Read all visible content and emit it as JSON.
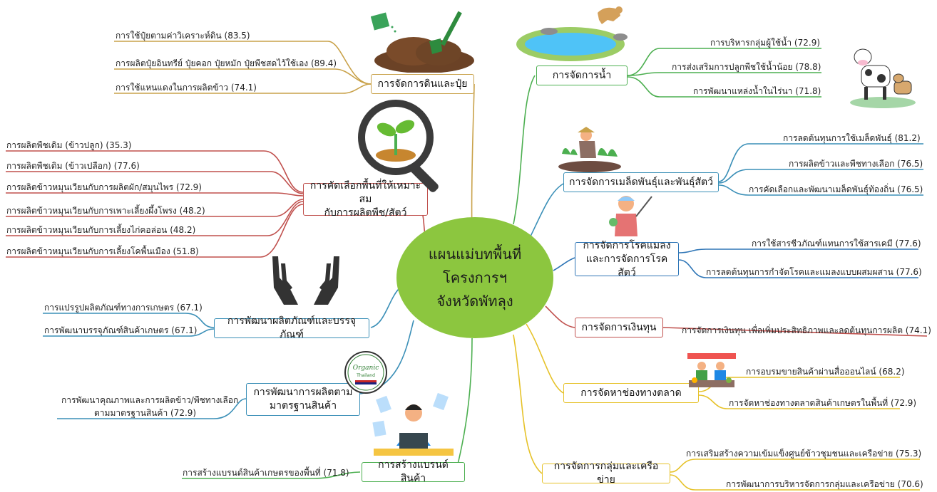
{
  "center": {
    "line1": "แผนแม่บทพื้นที่",
    "line2": "โครงการฯ",
    "line3": "จังหวัดพัทลุง"
  },
  "branches": {
    "soil": {
      "label": "การจัดการดินและปุ๋ย",
      "color": "#c9a24a",
      "items": [
        "การใช้ปุ๋ยตามค่าวิเคราะห์ดิน (83.5)",
        "การผลิตปุ๋ยอินทรีย์ ปุ๋ยคอก ปุ๋ยหมัก ปุ๋ยพืชสดไว้ใช้เอง (89.4)",
        "การใช้แหนแดงในการผลิตข้าว (74.1)"
      ]
    },
    "area": {
      "label1": "การคัดเลือกพื้นที่ให้เหมาะสม",
      "label2": "กับการผลิตพืช/สัตว์",
      "color": "#c0504d",
      "items": [
        "การผลิตพืชเดิม (ข้าวปลูก) (35.3)",
        "การผลิตพืชเดิม (ข้าวเปลือก) (77.6)",
        "การผลิตข้าวหมุนเวียนกับการผลิตผัก/สมุนไพร (72.9)",
        "การผลิตข้าวหมุนเวียนกับการเพาะเลี้ยงผึ้งโพรง (48.2)",
        "การผลิตข้าวหมุนเวียนกับการเลี้ยงไก่คอล่อน (48.2)",
        "การผลิตข้าวหมุนเวียนกับการเลี้ยงโคพื้นเมือง (51.8)"
      ]
    },
    "product": {
      "label": "การพัฒนาผลิตภัณฑ์และบรรจุภัณฑ์",
      "color": "#3a8fb7",
      "items": [
        "การแปรรูปผลิตภัณฑ์ทางการเกษตร (67.1)",
        "การพัฒนาบรรจุภัณฑ์สินค้าเกษตร (67.1)"
      ]
    },
    "standard": {
      "label1": "การพัฒนาการผลิตตาม",
      "label2": "มาตรฐานสินค้า",
      "color": "#3a8fb7",
      "item1": "การพัฒนาคุณภาพและการผลิตข้าว/พืชทางเลือก",
      "item2": "ตามมาตรฐานสินค้า (72.9)",
      "logo_top": "Organic",
      "logo_bottom": "Thailand"
    },
    "brand": {
      "label": "การสร้างแบรนด์สินค้า",
      "color": "#4caf50",
      "items": [
        "การสร้างแบรนด์สินค้าเกษตรของพื้นที่ (71.8)"
      ]
    },
    "water": {
      "label": "การจัดการน้ำ",
      "color": "#4caf50",
      "items": [
        "การบริหารกลุ่มผู้ใช้น้ำ (72.9)",
        "การส่งเสริมการปลูกพืชใช้น้ำน้อย (78.8)",
        "การพัฒนาแหล่งน้ำในไร่นา (71.8)"
      ]
    },
    "seed": {
      "label": "การจัดการเมล็ดพันธุ์และพันธุ์สัตว์",
      "color": "#3a8fb7",
      "items": [
        "การลดต้นทุนการใช้เมล็ดพันธุ์ (81.2)",
        "การผลิตข้าวและพืชทางเลือก (76.5)",
        "การคัดเลือกและพัฒนาเมล็ดพันธุ์ท้องถิ่น (76.5)"
      ]
    },
    "pest": {
      "label1": "การจัดการโรคแมลง",
      "label2": "และการจัดการโรคสัตว์",
      "color": "#2e75b6",
      "items": [
        "การใช้สารชีวภัณฑ์แทนการใช้สารเคมี (77.6)",
        "การลดต้นทุนการกำจัดโรคและแมลงแบบผสมผสาน (77.6)"
      ]
    },
    "finance": {
      "label": "การจัดการเงินทุน",
      "color": "#c0504d",
      "items": [
        "การจัดการเงินทุน เพื่อเพิ่มประสิทธิภาพและลดต้นทุนการผลิต (74.1)"
      ]
    },
    "market": {
      "label": "การจัดหาช่องทางตลาด",
      "color": "#e6c229",
      "items": [
        "การอบรมขายสินค้าผ่านสื่อออนไลน์ (68.2)",
        "การจัดหาช่องทางตลาดสินค้าเกษตรในพื้นที่ (72.9)"
      ]
    },
    "group": {
      "label": "การจัดการกลุ่มและเครือข่าย",
      "color": "#e6c229",
      "items": [
        "การเสริมสร้างความเข้มแข็งศูนย์ข้าวชุมชนและเครือข่าย (75.3)",
        "การพัฒนาการบริหารจัดการกลุ่มและเครือข่าย (70.6)"
      ]
    }
  }
}
